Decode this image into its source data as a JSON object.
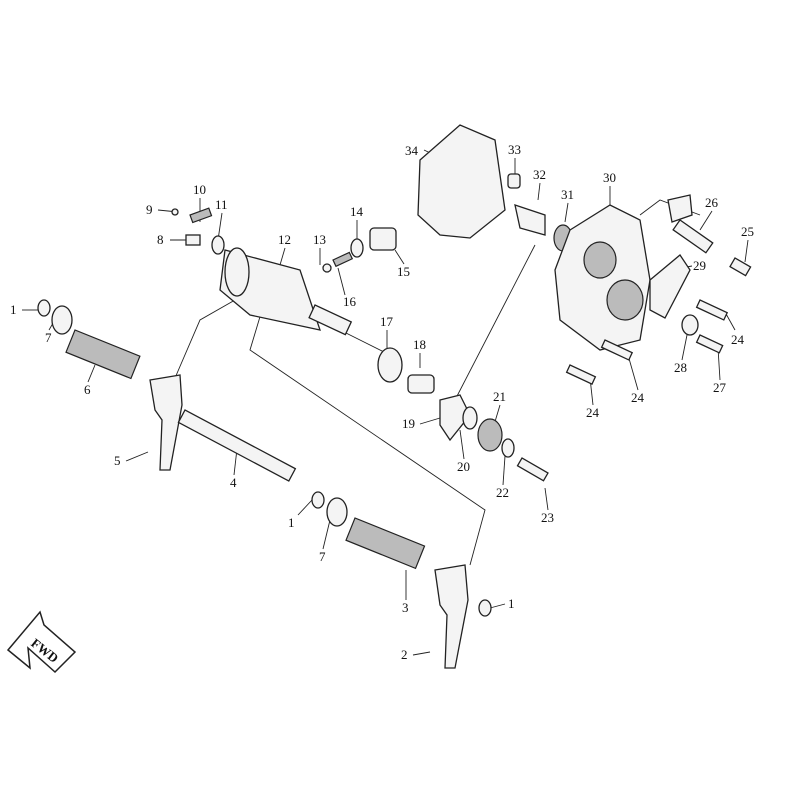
{
  "diagram": {
    "title_badge": "FWD",
    "callouts": [
      {
        "id": "c34",
        "text": "34"
      },
      {
        "id": "c33",
        "text": "33"
      },
      {
        "id": "c32",
        "text": "32"
      },
      {
        "id": "c31",
        "text": "31"
      },
      {
        "id": "c30",
        "text": "30"
      },
      {
        "id": "c26",
        "text": "26"
      },
      {
        "id": "c25",
        "text": "25"
      },
      {
        "id": "c29",
        "text": "29"
      },
      {
        "id": "c24a",
        "text": "24"
      },
      {
        "id": "c28",
        "text": "28"
      },
      {
        "id": "c27",
        "text": "27"
      },
      {
        "id": "c24b",
        "text": "24"
      },
      {
        "id": "c24c",
        "text": "24"
      },
      {
        "id": "c9",
        "text": "9"
      },
      {
        "id": "c10",
        "text": "10"
      },
      {
        "id": "c11",
        "text": "11"
      },
      {
        "id": "c8",
        "text": "8"
      },
      {
        "id": "c12",
        "text": "12"
      },
      {
        "id": "c13",
        "text": "13"
      },
      {
        "id": "c14",
        "text": "14"
      },
      {
        "id": "c15",
        "text": "15"
      },
      {
        "id": "c16",
        "text": "16"
      },
      {
        "id": "c17",
        "text": "17"
      },
      {
        "id": "c18",
        "text": "18"
      },
      {
        "id": "c19",
        "text": "19"
      },
      {
        "id": "c20",
        "text": "20"
      },
      {
        "id": "c21",
        "text": "21"
      },
      {
        "id": "c22",
        "text": "22"
      },
      {
        "id": "c23",
        "text": "23"
      },
      {
        "id": "c1a",
        "text": "1"
      },
      {
        "id": "c7a",
        "text": "7"
      },
      {
        "id": "c6",
        "text": "6"
      },
      {
        "id": "c5",
        "text": "5"
      },
      {
        "id": "c4",
        "text": "4"
      },
      {
        "id": "c1b",
        "text": "1"
      },
      {
        "id": "c7b",
        "text": "7"
      },
      {
        "id": "c3",
        "text": "3"
      },
      {
        "id": "c1c",
        "text": "1"
      },
      {
        "id": "c2",
        "text": "2"
      }
    ]
  }
}
